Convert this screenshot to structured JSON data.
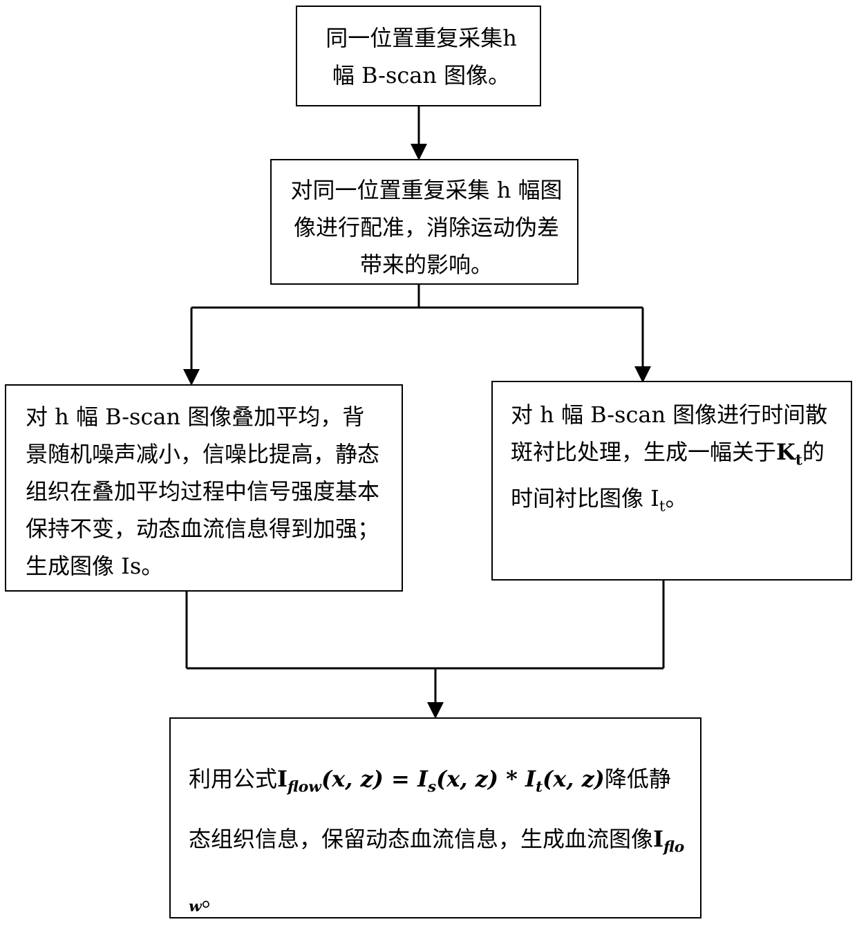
{
  "steps": {
    "acquire": "同一位置重复采集h 幅 B-scan 图像。",
    "register": "对同一位置重复采集 h 幅图像进行配准，消除运动伪差带来的影响。",
    "average": "对 h 幅 B-scan 图像叠加平均，背景随机噪声减小，信噪比提高，静态组织在叠加平均过程中信号强度基本保持不变，动态血流信息得到加强；生成图像 Is。",
    "contrast": {
      "prefix": "对 h 幅 B-scan 图像进行时间散斑衬比处理，生成一幅关于",
      "symbol": "K",
      "symbol_sub": "t",
      "middle": "的时间衬比图像 I",
      "image_sub": "t",
      "suffix": "。"
    },
    "flow": {
      "prefix": "利用公式",
      "formula_head": "I",
      "formula_head_sub": "flow",
      "formula_rest_1": "(x, z) = I",
      "formula_sub_s": "s",
      "formula_rest_2": "(x, z) * I",
      "formula_sub_t": "t",
      "formula_rest_3": "(x, z)",
      "middle": "降低静态组织信息，保留动态血流信息，生成血流图像",
      "result_head": "I",
      "result_sub": "flow",
      "suffix": "。"
    }
  }
}
